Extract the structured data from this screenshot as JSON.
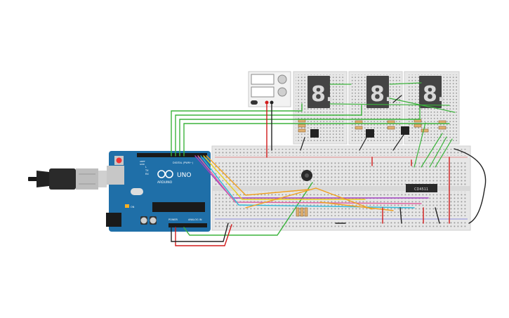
{
  "arduino": {
    "brand": "ARDUINO",
    "model": "UNO",
    "digital_label": "DIGITAL (PWM~)",
    "power_label": "POWER",
    "analog_label": "ANALOG IN",
    "tx_label": "TX",
    "rx_label": "RX",
    "l_label": "L",
    "on_label": "ON",
    "aref_label": "AREF",
    "gnd_label": "GND"
  },
  "ic": {
    "part": "CD4511"
  },
  "power_supply": {
    "name": "power-supply"
  },
  "displays": [
    {
      "digit": "8."
    },
    {
      "digit": "8."
    },
    {
      "digit": "8."
    }
  ],
  "colors": {
    "board_blue": "#1f6fa8",
    "breadboard": "#e7e7e7",
    "wire_green": "#3bb33b",
    "wire_red": "#d11a1a",
    "wire_black": "#222222",
    "wire_orange": "#f0a020",
    "wire_purple": "#a040c0",
    "wire_yellow": "#e8d020",
    "wire_pink": "#e060a0",
    "wire_cyan": "#30b8d8"
  }
}
